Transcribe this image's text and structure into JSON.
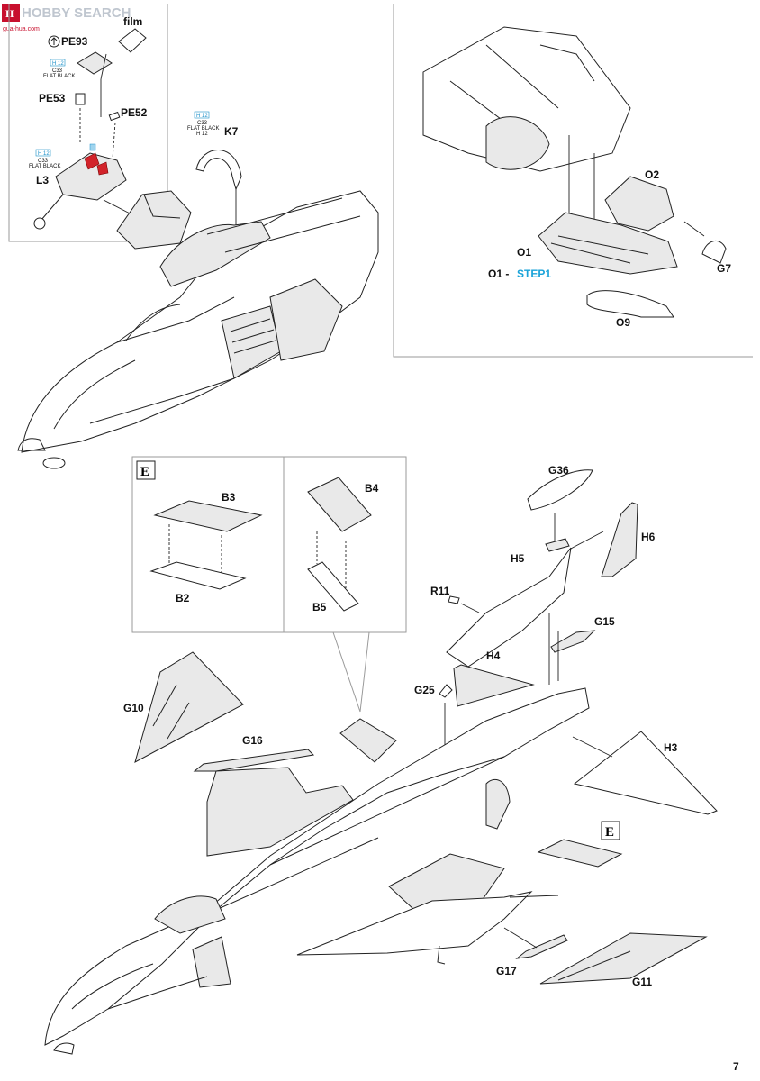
{
  "watermark": {
    "brand": "HOBBY SEARCH",
    "site": "gua-hua.com"
  },
  "page_number": "7",
  "paint_callouts": [
    {
      "code": "H 12",
      "code2": "C33",
      "name": "FLAT BLACK"
    }
  ],
  "part_labels": {
    "film": "film",
    "pe93": "PE93",
    "pe53": "PE53",
    "pe52": "PE52",
    "k7": "K7",
    "l3": "L3",
    "o2": "O2",
    "o1": "O1",
    "g7": "G7",
    "o9": "O9",
    "o1_step": "O1 -",
    "step_ref": "STEP1",
    "b3": "B3",
    "b2": "B2",
    "b4": "B4",
    "b5": "B5",
    "g36": "G36",
    "h6": "H6",
    "h5": "H5",
    "r11": "R11",
    "g15": "G15",
    "h4": "H4",
    "g25": "G25",
    "g10": "G10",
    "g16": "G16",
    "h3": "H3",
    "g17": "G17",
    "g11": "G11"
  },
  "option_markers": {
    "e_box_1": "E",
    "e_box_2": "E"
  }
}
